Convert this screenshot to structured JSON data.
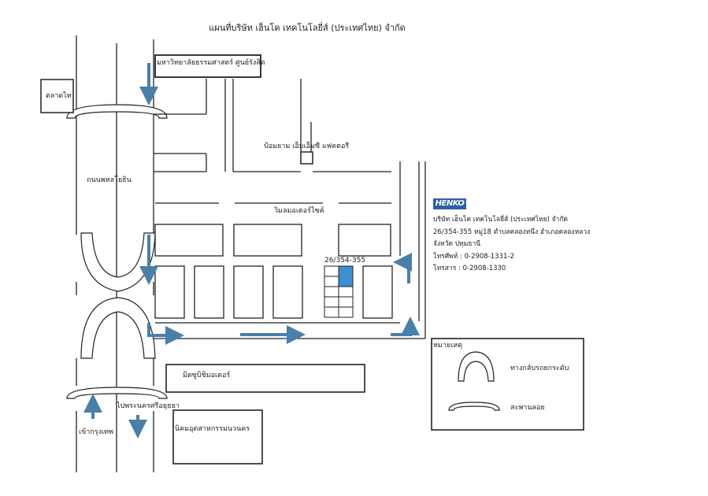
{
  "title": "แผนที่บริษัท เฮ็นโค เทคโนโลยี่ส์ (ประเทศไทย) จำกัด",
  "labels": {
    "university": "มหาวิทยาลัยธรรมศาสตร์ ศูนย์รังสิต",
    "market": "ตลาดไท",
    "road": "ถนนพหลโยธิน",
    "police_box": "ป้อมยาม เอ็มเอ็มซี แฟคตอรี",
    "vimon_motor": "วิมลมอเตอร์ไซค์",
    "address_no": "26/354-355",
    "mitsubishi": "มิตซูบิชิมอเตอร์",
    "to_ayutthaya": "ไปพระนครศรีอยุธยา",
    "to_bangkok": "เข้ากรุงเทพ",
    "industrial_estate": "นิคมอุตสาหกรรมนวนคร"
  },
  "company": {
    "brand": "HENKO",
    "name": "บริษัท เฮ็นโค เทคโนโลยี่ส์ (ประเทศไทย) จำกัด",
    "address1": "26/354-355  หมู่18 ตำบลคลองหนึ่ง อำเภอคลองหลวง",
    "address2": "จังหวัด ปทุมธานี",
    "phone": "โทรศัพท์ : 0-2908-1331-2",
    "fax": "โทรสาร : 0-2908-1330"
  },
  "legend": {
    "title": "หมายเหตุ",
    "uturn": "ทางกลับรถยกระดับ",
    "overpass": "สะพานลอย"
  },
  "colors": {
    "arrow": "#4a7fa8",
    "highlight": "#3d8fd1",
    "brand": "#2f5fa8",
    "line": "#222222"
  }
}
